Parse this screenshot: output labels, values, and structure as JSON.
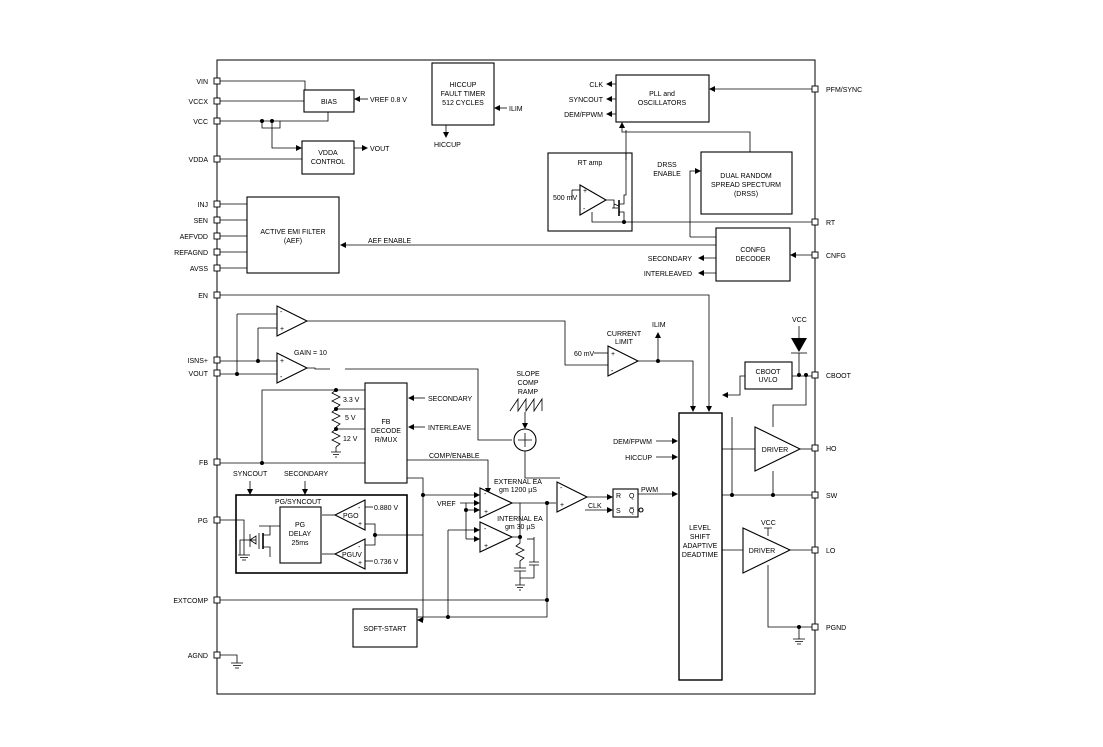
{
  "pins_left": {
    "vin": "VIN",
    "vccx": "VCCX",
    "vcc": "VCC",
    "vdda": "VDDA",
    "inj": "INJ",
    "sen": "SEN",
    "aefvdd": "AEFVDD",
    "refagnd": "REFAGND",
    "avss": "AVSS",
    "en": "EN",
    "isns": "ISNS+",
    "vout": "VOUT",
    "fb": "FB",
    "pg": "PG",
    "extcomp": "EXTCOMP",
    "agnd": "AGND"
  },
  "pins_right": {
    "pfm_sync": "PFM/SYNC",
    "rt": "RT",
    "cnfg": "CNFG",
    "cboot": "CBOOT",
    "ho": "HO",
    "sw": "SW",
    "lo": "LO",
    "pgnd": "PGND"
  },
  "blocks": {
    "bias": "BIAS",
    "vdda_control": [
      "VDDA",
      "CONTROL"
    ],
    "hiccup_timer": [
      "HICCUP",
      "FAULT TIMER",
      "512 CYCLES"
    ],
    "pll": [
      "PLL and",
      "OSCILLATORS"
    ],
    "rt_amp": "RT amp",
    "drss": [
      "DUAL RANDOM",
      "SPREAD SPECTURM",
      "(DRSS)"
    ],
    "aef": [
      "ACTIVE EMI FILTER",
      "(AEF)"
    ],
    "config_decoder": [
      "CONFG",
      "DECODER"
    ],
    "fb_decode": [
      "FB",
      "DECODE",
      "R/MUX"
    ],
    "pg_delay": [
      "PG",
      "DELAY",
      "25ms"
    ],
    "cboot_uvlo": [
      "CBOOT",
      "UVLO"
    ],
    "level_shift": [
      "LEVEL",
      "SHIFT",
      "ADAPTIVE",
      "DEADTIME"
    ],
    "soft_start": "SOFT-START",
    "driver_high": "DRIVER",
    "driver_low": "DRIVER",
    "slope_comp": [
      "SLOPE",
      "COMP",
      "RAMP"
    ],
    "current_limit": [
      "CURRENT",
      "LIMIT"
    ]
  },
  "labels": {
    "vref08": "VREF 0.8 V",
    "vout_label": "VOUT",
    "ilim_in": "ILIM",
    "hiccup_out": "HICCUP",
    "clk": "CLK",
    "syncout": "SYNCOUT",
    "dem_fpwm": "DEM/FPWM",
    "drss_enable": [
      "DRSS",
      "ENABLE"
    ],
    "mv500": "500 mV",
    "aef_enable": "AEF ENABLE",
    "secondary": "SECONDARY",
    "interleaved": "INTERLEAVED",
    "gain": "GAIN = 10",
    "mv60": "60 mV",
    "ilim": "ILIM",
    "vcc_top": "VCC",
    "v33": "3.3 V",
    "v5": "5 V",
    "v12": "12 V",
    "secondary_fb": "SECONDARY",
    "interleave_fb": "INTERLEAVE",
    "comp_enable": "COMP/ENABLE",
    "syncout_pg": "SYNCOUT",
    "secondary_pg": "SECONDARY",
    "pg_syncout": "PG/SYNCOUT",
    "pgo": "PGO",
    "pguv": "PGUV",
    "v0880": "0.880 V",
    "v0736": "0.736 V",
    "vref": "VREF",
    "external_ea": [
      "EXTERNAL EA",
      "gm 1200 µS"
    ],
    "internal_ea": [
      "INTERNAL EA",
      "gm 30 µS"
    ],
    "dem_fpwm_in": "DEM/FPWM",
    "hiccup_in": "HICCUP",
    "clk_latch": "CLK",
    "pwm": "PWM",
    "latch_r": "R",
    "latch_s": "S",
    "latch_q": "Q",
    "latch_qb": "Q̅",
    "vcc_lo": "VCC",
    "plus": "+",
    "minus": "-"
  }
}
